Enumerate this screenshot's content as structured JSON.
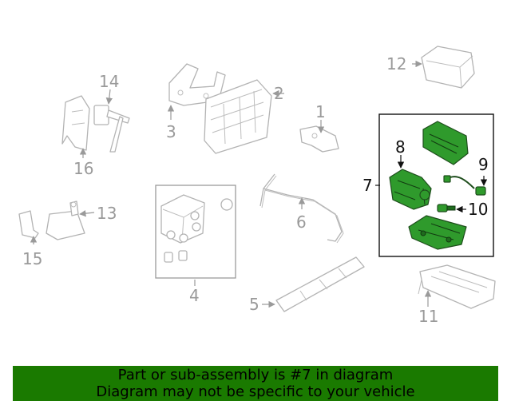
{
  "callouts": {
    "c1": "1",
    "c2": "2",
    "c3": "3",
    "c4": "4",
    "c5": "5",
    "c6": "6",
    "c7": "7",
    "c8": "8",
    "c9": "9",
    "c10": "10",
    "c11": "11",
    "c12": "12",
    "c13": "13",
    "c14": "14",
    "c15": "15",
    "c16": "16"
  },
  "highlight_group": "7",
  "colors": {
    "highlight": "#2f9a2c",
    "banner": "#1a7a00",
    "line_art": "#b3b3b3"
  },
  "banner": {
    "line1": "Part or sub-assembly is #7 in diagram",
    "line2": "Diagram may not be specific to your vehicle"
  }
}
